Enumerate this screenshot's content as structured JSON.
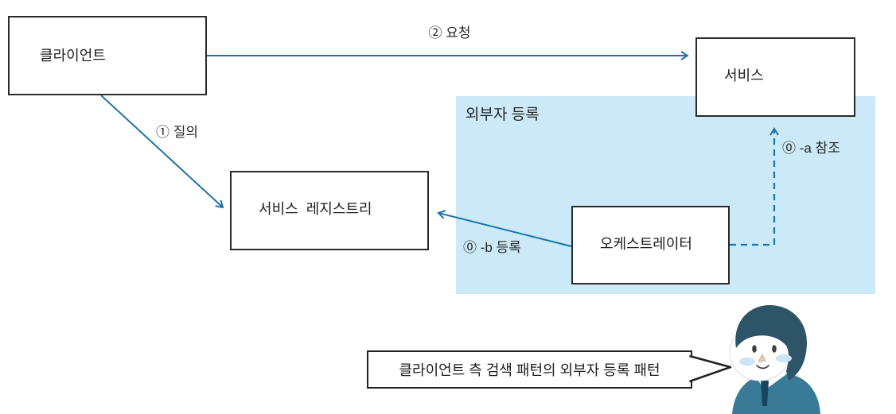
{
  "nodes": {
    "client": {
      "label": "클라이언트"
    },
    "service": {
      "label": "서비스"
    },
    "registry": {
      "label": "서비스  레지스트리"
    },
    "orchestrator": {
      "label": "오케스트레이터"
    }
  },
  "region": {
    "label": "외부자 등록"
  },
  "edges": {
    "request": {
      "label": "② 요청",
      "style": "solid"
    },
    "query": {
      "label": "① 질의",
      "style": "solid"
    },
    "register": {
      "label": "⓪ -b 등록",
      "style": "solid"
    },
    "reference": {
      "label": "⓪ -a 참조",
      "style": "dashed"
    }
  },
  "callout": {
    "text": "클라이언트 측 검색 패턴의 외부자 등록 패턴"
  },
  "colors": {
    "arrow": "#1d74a8",
    "box_border": "#2a2a2a",
    "region_fill": "#cbe9f6",
    "hair": "#2e5468",
    "suit": "#397b97",
    "tie": "#17455f",
    "cheek": "#cde5f4"
  }
}
